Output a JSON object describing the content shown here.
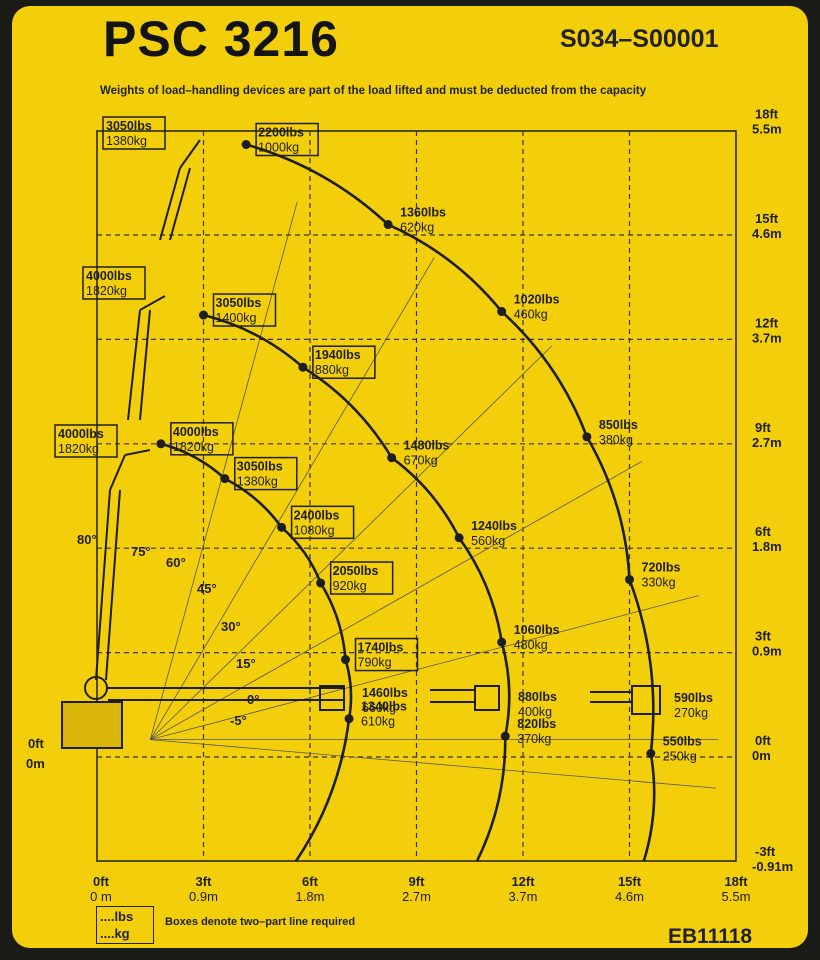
{
  "header": {
    "model": "PSC 3216",
    "serial": "S034–S00001",
    "note": "Weights of load–handling devices are part of the load lifted and must be deducted from the capacity"
  },
  "footer": {
    "legend_lbs": "....lbs",
    "legend_kg": "....kg",
    "legend_text": "Boxes denote two–part line required",
    "code": "EB11118"
  },
  "colors": {
    "plate": "#f3cf0b",
    "ink": "#1e1e1e"
  },
  "chart_data": {
    "type": "scatter",
    "x_axis": {
      "ticks": [
        {
          "ft": "0ft",
          "m": "0 m"
        },
        {
          "ft": "3ft",
          "m": "0.9m"
        },
        {
          "ft": "6ft",
          "m": "1.8m"
        },
        {
          "ft": "9ft",
          "m": "2.7m"
        },
        {
          "ft": "12ft",
          "m": "3.7m"
        },
        {
          "ft": "15ft",
          "m": "4.6m"
        },
        {
          "ft": "18ft",
          "m": "5.5m"
        }
      ]
    },
    "y_axis": {
      "ticks": [
        {
          "ft": "-3ft",
          "m": "-0.91m"
        },
        {
          "ft": "0ft",
          "m": "0m"
        },
        {
          "ft": "3ft",
          "m": "0.9m"
        },
        {
          "ft": "6ft",
          "m": "1.8m"
        },
        {
          "ft": "9ft",
          "m": "2.7m"
        },
        {
          "ft": "12ft",
          "m": "3.7m"
        },
        {
          "ft": "15ft",
          "m": "4.6m"
        },
        {
          "ft": "18ft",
          "m": "5.5m"
        }
      ]
    },
    "angles": [
      "80°",
      "75°",
      "60°",
      "45°",
      "30°",
      "15°",
      "0°",
      "-5°"
    ],
    "points": [
      {
        "x": 4.2,
        "y": 17.6,
        "lbs": "2200lbs",
        "kg": "1000kg",
        "boxed": true
      },
      {
        "x": 8.2,
        "y": 15.3,
        "lbs": "1360lbs",
        "kg": "620kg",
        "boxed": false
      },
      {
        "x": 11.4,
        "y": 12.8,
        "lbs": "1020lbs",
        "kg": "460kg",
        "boxed": false
      },
      {
        "x": 13.8,
        "y": 9.2,
        "lbs": "850lbs",
        "kg": "380kg",
        "boxed": false
      },
      {
        "x": 15.0,
        "y": 5.1,
        "lbs": "720lbs",
        "kg": "330kg",
        "boxed": false
      },
      {
        "x": 15.6,
        "y": 0.1,
        "lbs": "550lbs",
        "kg": "250kg",
        "boxed": false
      },
      {
        "x": 3.0,
        "y": 12.7,
        "lbs": "3050lbs",
        "kg": "1400kg",
        "boxed": true
      },
      {
        "x": 5.8,
        "y": 11.2,
        "lbs": "1940lbs",
        "kg": "880kg",
        "boxed": true
      },
      {
        "x": 8.3,
        "y": 8.6,
        "lbs": "1480lbs",
        "kg": "670kg",
        "boxed": false
      },
      {
        "x": 10.2,
        "y": 6.3,
        "lbs": "1240lbs",
        "kg": "560kg",
        "boxed": false
      },
      {
        "x": 11.4,
        "y": 3.3,
        "lbs": "1060lbs",
        "kg": "480kg",
        "boxed": false
      },
      {
        "x": 11.5,
        "y": 0.6,
        "lbs": "820lbs",
        "kg": "370kg",
        "boxed": false
      },
      {
        "x": 1.8,
        "y": 9.0,
        "lbs": "4000lbs",
        "kg": "1820kg",
        "boxed": true
      },
      {
        "x": 3.6,
        "y": 8.0,
        "lbs": "3050lbs",
        "kg": "1380kg",
        "boxed": true
      },
      {
        "x": 5.2,
        "y": 6.6,
        "lbs": "2400lbs",
        "kg": "1080kg",
        "boxed": true
      },
      {
        "x": 6.3,
        "y": 5.0,
        "lbs": "2050lbs",
        "kg": "920kg",
        "boxed": true
      },
      {
        "x": 7.0,
        "y": 2.8,
        "lbs": "1740lbs",
        "kg": "790kg",
        "boxed": true
      },
      {
        "x": 7.1,
        "y": 1.1,
        "lbs": "1340lbs",
        "kg": "610kg",
        "boxed": false
      }
    ],
    "boom_tip_labels": [
      {
        "lbs": "3050lbs",
        "kg": "1380kg",
        "boxed": true
      },
      {
        "lbs": "4000lbs",
        "kg": "1820kg",
        "boxed": true
      },
      {
        "lbs": "4000lbs",
        "kg": "1820kg",
        "boxed": true
      }
    ],
    "horizontal_labels": [
      {
        "lbs": "1460lbs",
        "kg": "660kg"
      },
      {
        "lbs": "880lbs",
        "kg": "400kg"
      },
      {
        "lbs": "590lbs",
        "kg": "270kg"
      }
    ]
  }
}
